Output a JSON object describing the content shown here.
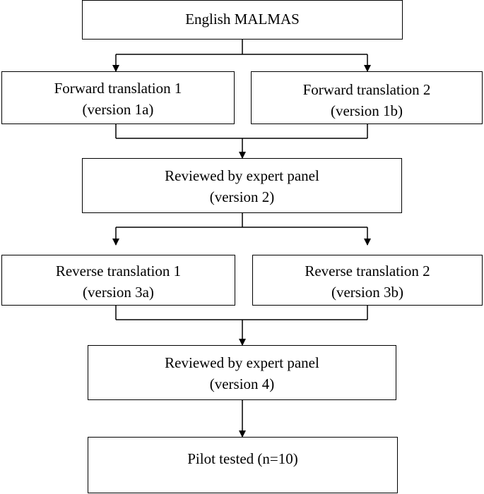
{
  "diagram": {
    "nodes": {
      "english_malmas": {
        "line1": "English MALMAS"
      },
      "forward_1": {
        "line1": "Forward translation 1",
        "line2": "(version 1a)"
      },
      "forward_2": {
        "line1": "Forward translation 2",
        "line2": "(version 1b)"
      },
      "review_2": {
        "line1": "Reviewed by expert panel",
        "line2": "(version 2)"
      },
      "reverse_1": {
        "line1": "Reverse translation 1",
        "line2": "(version 3a)"
      },
      "reverse_2": {
        "line1": "Reverse translation 2",
        "line2": "(version 3b)"
      },
      "review_4": {
        "line1": "Reviewed by expert panel",
        "line2": "(version 4)"
      },
      "pilot": {
        "line1": "Pilot tested (n=10)"
      }
    },
    "edges": [
      {
        "from": "english_malmas",
        "to": "forward_1"
      },
      {
        "from": "english_malmas",
        "to": "forward_2"
      },
      {
        "from": "forward_1",
        "to": "review_2"
      },
      {
        "from": "forward_2",
        "to": "review_2"
      },
      {
        "from": "review_2",
        "to": "reverse_1"
      },
      {
        "from": "review_2",
        "to": "reverse_2"
      },
      {
        "from": "reverse_1",
        "to": "review_4"
      },
      {
        "from": "reverse_2",
        "to": "review_4"
      },
      {
        "from": "review_4",
        "to": "pilot"
      }
    ]
  }
}
